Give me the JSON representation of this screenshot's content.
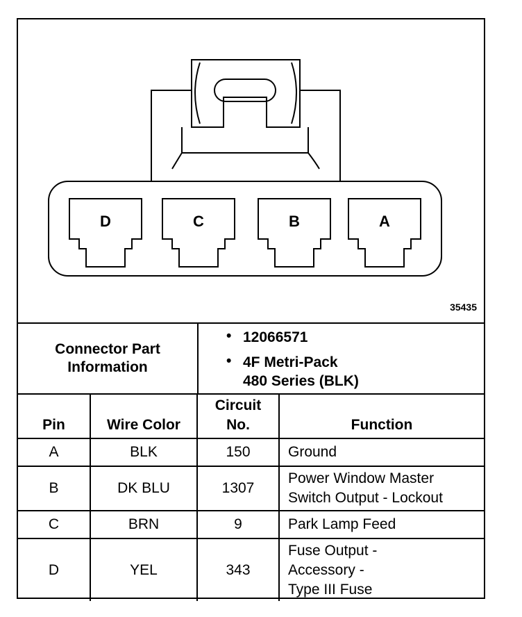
{
  "figure_number": "35435",
  "connector": {
    "pins": [
      "D",
      "C",
      "B",
      "A"
    ]
  },
  "part_info": {
    "label_lines": [
      "Connector Part",
      "Information"
    ],
    "bullet": "•",
    "part_number": "12066571",
    "series_lines": [
      "4F Metri-Pack",
      "480 Series (BLK)"
    ]
  },
  "table": {
    "headers": {
      "pin": "Pin",
      "wire_color": "Wire Color",
      "circuit_lines": [
        "Circuit",
        "No."
      ],
      "function": "Function"
    },
    "rows": [
      {
        "pin": "A",
        "wire_color": "BLK",
        "circuit": "150",
        "function_lines": [
          "Ground"
        ]
      },
      {
        "pin": "B",
        "wire_color": "DK BLU",
        "circuit": "1307",
        "function_lines": [
          "Power Window Master",
          "Switch Output - Lockout"
        ]
      },
      {
        "pin": "C",
        "wire_color": "BRN",
        "circuit": "9",
        "function_lines": [
          "Park Lamp Feed"
        ]
      },
      {
        "pin": "D",
        "wire_color": "YEL",
        "circuit": "343",
        "function_lines": [
          "Fuse Output -",
          "Accessory -",
          "Type III Fuse"
        ]
      }
    ]
  }
}
